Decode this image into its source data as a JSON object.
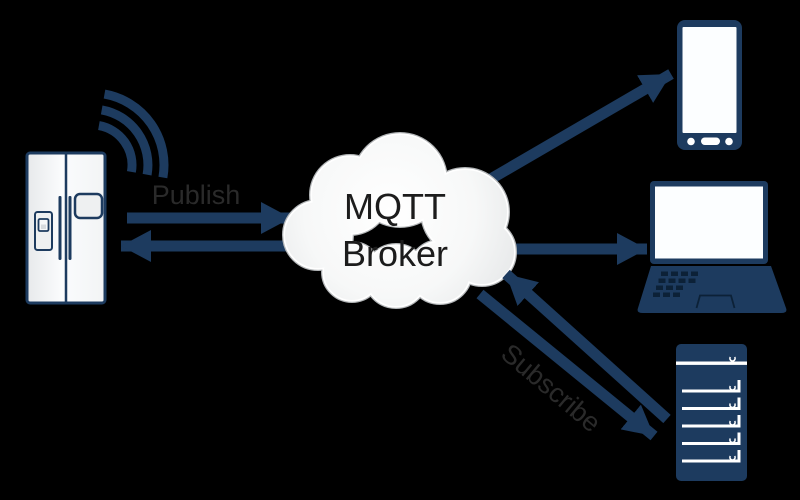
{
  "labels": {
    "publish": "Publish",
    "subscribe": "Subscribe"
  },
  "broker": {
    "line1": "MQTT",
    "line2": "Broker"
  },
  "icons": {
    "fridge": "refrigerator-icon",
    "wifi": "wifi-signal-icon",
    "cloud": "cloud-icon",
    "phone": "smartphone-icon",
    "laptop": "laptop-icon",
    "server": "server-icon"
  },
  "colors": {
    "navy": "#1d3b5f",
    "navy_dark": "#0c2137",
    "label_gray": "#2a2a2a",
    "broker_text": "#1c1c1c",
    "cloud_stroke": "#b3b6b8",
    "device_screen": "#fcfeff",
    "background": "#000000"
  }
}
